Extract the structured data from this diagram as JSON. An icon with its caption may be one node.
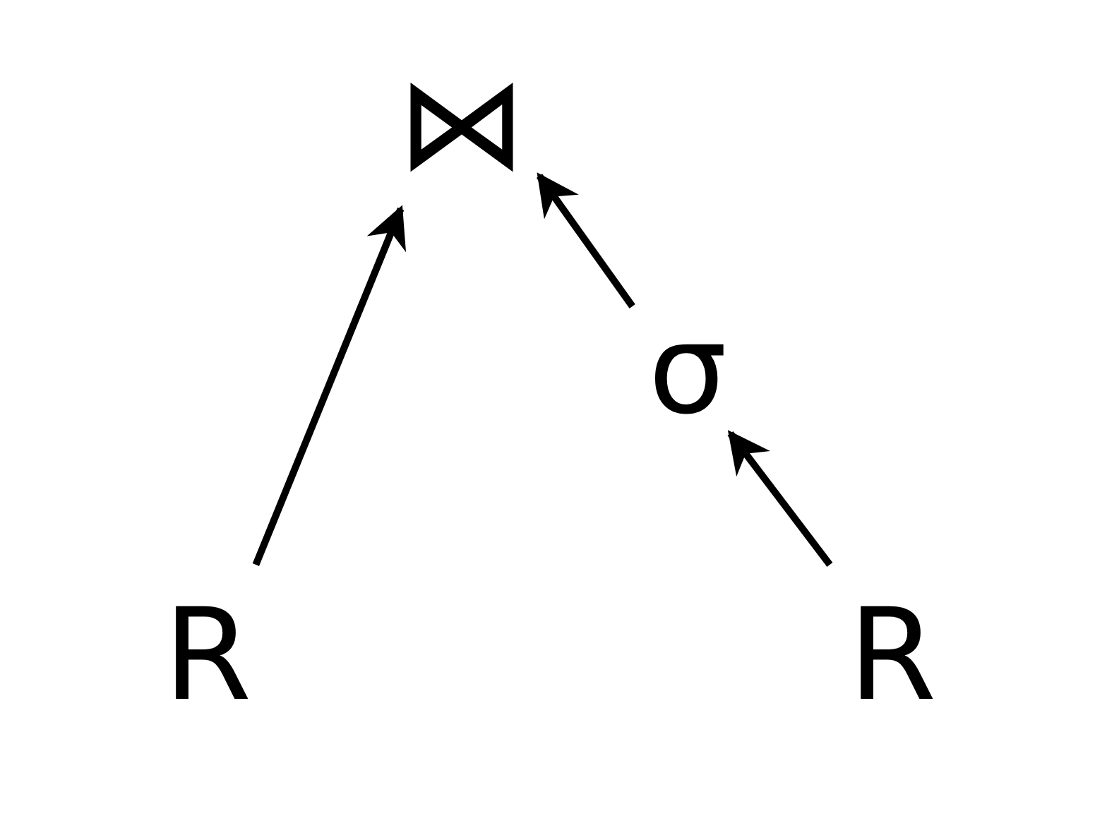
{
  "diagram": {
    "nodes": [
      {
        "text": [
          "⋈"
        ]
      },
      {
        "text": [
          "σ"
        ]
      },
      {
        "text": [
          "R"
        ]
      },
      {
        "text": [
          "R"
        ]
      }
    ],
    "edges": [
      {
        "from": 2,
        "to": 0,
        "arrow": "to"
      },
      {
        "from": 1,
        "to": 0,
        "arrow": "to"
      },
      {
        "from": 3,
        "to": 1,
        "arrow": "to"
      }
    ]
  }
}
